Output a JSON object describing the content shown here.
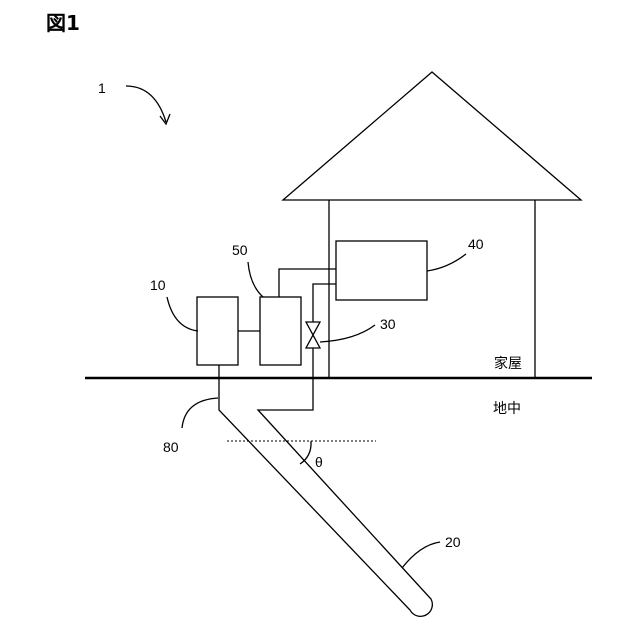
{
  "figure": {
    "title": "図1",
    "labels": {
      "system": "1",
      "unit_10": "10",
      "unit_50": "50",
      "unit_40": "40",
      "valve_30": "30",
      "pipe_80": "80",
      "probe_20": "20",
      "angle": "θ",
      "house": "家屋",
      "underground": "地中"
    }
  }
}
